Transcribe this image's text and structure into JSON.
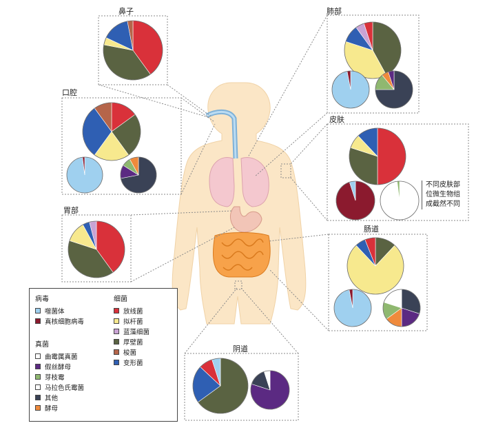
{
  "labels": {
    "nose": "鼻子",
    "lung": "肺部",
    "mouth": "口腔",
    "skin": "皮肤",
    "stomach": "胃部",
    "gut": "肠道",
    "vagina": "阴道"
  },
  "skin_note": [
    "不同皮肤部",
    "位微生物组",
    "成截然不同"
  ],
  "legend": {
    "virus": {
      "title": "病毒",
      "items": [
        {
          "label": "噬菌体",
          "color": "#9fd0ef"
        },
        {
          "label": "真核细胞病毒",
          "color": "#8b1a2e"
        }
      ]
    },
    "bacteria": {
      "title": "细菌",
      "items": [
        {
          "label": "放线菌",
          "color": "#d9313a"
        },
        {
          "label": "拟杆菌",
          "color": "#f7e98e"
        },
        {
          "label": "蓝藻细菌",
          "color": "#c9a3d4"
        },
        {
          "label": "厚壁菌",
          "color": "#5a6342"
        },
        {
          "label": "梭菌",
          "color": "#b5654a"
        },
        {
          "label": "变形菌",
          "color": "#2f5fb3"
        }
      ]
    },
    "fungi": {
      "title": "真菌",
      "items": [
        {
          "label": "曲霉属真菌",
          "color": "#ffffff"
        },
        {
          "label": "假丝酵母",
          "color": "#5b2a82"
        },
        {
          "label": "芽枝霉",
          "color": "#8fb870"
        },
        {
          "label": "马拉色氏霉菌",
          "color": "#ffffff"
        },
        {
          "label": "其他",
          "color": "#3a4256"
        },
        {
          "label": "酵母",
          "color": "#ef8a3c"
        }
      ]
    }
  },
  "pie_data": [
    {
      "site": "鼻子",
      "kind": "bacteria",
      "slices": [
        {
          "name": "放线菌",
          "value": 0.4,
          "color": "#d9313a"
        },
        {
          "name": "厚壁菌",
          "value": 0.38,
          "color": "#5a6342"
        },
        {
          "name": "拟杆菌",
          "value": 0.04,
          "color": "#f7e98e"
        },
        {
          "name": "变形菌",
          "value": 0.15,
          "color": "#2f5fb3"
        },
        {
          "name": "梭菌",
          "value": 0.03,
          "color": "#b5654a"
        }
      ]
    },
    {
      "site": "肺部",
      "kind": "bacteria",
      "slices": [
        {
          "name": "厚壁菌",
          "value": 0.42,
          "color": "#5a6342"
        },
        {
          "name": "拟杆菌",
          "value": 0.38,
          "color": "#f7e98e"
        },
        {
          "name": "变形菌",
          "value": 0.1,
          "color": "#2f5fb3"
        },
        {
          "name": "蓝藻细菌",
          "value": 0.05,
          "color": "#c9a3d4"
        },
        {
          "name": "放线菌",
          "value": 0.05,
          "color": "#d9313a"
        }
      ]
    },
    {
      "site": "肺部",
      "kind": "virus",
      "slices": [
        {
          "name": "噬菌体",
          "value": 0.97,
          "color": "#9fd0ef"
        },
        {
          "name": "真核细胞病毒",
          "value": 0.03,
          "color": "#8b1a2e"
        }
      ]
    },
    {
      "site": "肺部",
      "kind": "fungi",
      "slices": [
        {
          "name": "其他",
          "value": 0.75,
          "color": "#3a4256"
        },
        {
          "name": "芽枝霉",
          "value": 0.14,
          "color": "#8fb870"
        },
        {
          "name": "酵母",
          "value": 0.06,
          "color": "#ef8a3c"
        },
        {
          "name": "假丝酵母",
          "value": 0.05,
          "color": "#5b2a82"
        }
      ]
    },
    {
      "site": "口腔",
      "kind": "bacteria",
      "slices": [
        {
          "name": "放线菌",
          "value": 0.15,
          "color": "#d9313a"
        },
        {
          "name": "厚壁菌",
          "value": 0.25,
          "color": "#5a6342"
        },
        {
          "name": "拟杆菌",
          "value": 0.2,
          "color": "#f7e98e"
        },
        {
          "name": "变形菌",
          "value": 0.3,
          "color": "#2f5fb3"
        },
        {
          "name": "梭菌",
          "value": 0.1,
          "color": "#b5654a"
        }
      ]
    },
    {
      "site": "口腔",
      "kind": "virus",
      "slices": [
        {
          "name": "噬菌体",
          "value": 0.98,
          "color": "#9fd0ef"
        },
        {
          "name": "真核细胞病毒",
          "value": 0.02,
          "color": "#8b1a2e"
        }
      ]
    },
    {
      "site": "口腔",
      "kind": "fungi",
      "slices": [
        {
          "name": "其他",
          "value": 0.72,
          "color": "#3a4256"
        },
        {
          "name": "假丝酵母",
          "value": 0.12,
          "color": "#5b2a82"
        },
        {
          "name": "芽枝霉",
          "value": 0.08,
          "color": "#8fb870"
        },
        {
          "name": "酵母",
          "value": 0.08,
          "color": "#ef8a3c"
        }
      ]
    },
    {
      "site": "皮肤",
      "kind": "bacteria",
      "slices": [
        {
          "name": "放线菌",
          "value": 0.5,
          "color": "#d9313a"
        },
        {
          "name": "厚壁菌",
          "value": 0.3,
          "color": "#5a6342"
        },
        {
          "name": "拟杆菌",
          "value": 0.08,
          "color": "#f7e98e"
        },
        {
          "name": "变形菌",
          "value": 0.12,
          "color": "#2f5fb3"
        }
      ]
    },
    {
      "site": "皮肤",
      "kind": "virus",
      "slices": [
        {
          "name": "真核细胞病毒",
          "value": 0.95,
          "color": "#8b1a2e"
        },
        {
          "name": "噬菌体",
          "value": 0.05,
          "color": "#9fd0ef"
        }
      ]
    },
    {
      "site": "皮肤",
      "kind": "fungi",
      "slices": [
        {
          "name": "马拉色氏霉菌",
          "value": 0.98,
          "color": "#ffffff"
        },
        {
          "name": "芽枝霉",
          "value": 0.02,
          "color": "#8fb870"
        }
      ]
    },
    {
      "site": "胃部",
      "kind": "bacteria",
      "slices": [
        {
          "name": "放线菌",
          "value": 0.4,
          "color": "#d9313a"
        },
        {
          "name": "厚壁菌",
          "value": 0.4,
          "color": "#5a6342"
        },
        {
          "name": "拟杆菌",
          "value": 0.12,
          "color": "#f7e98e"
        },
        {
          "name": "变形菌",
          "value": 0.04,
          "color": "#2f5fb3"
        },
        {
          "name": "蓝藻细菌",
          "value": 0.04,
          "color": "#c9a3d4"
        }
      ]
    },
    {
      "site": "肠道",
      "kind": "bacteria",
      "slices": [
        {
          "name": "厚壁菌",
          "value": 0.12,
          "color": "#5a6342"
        },
        {
          "name": "拟杆菌",
          "value": 0.76,
          "color": "#f7e98e"
        },
        {
          "name": "变形菌",
          "value": 0.06,
          "color": "#2f5fb3"
        },
        {
          "name": "放线菌",
          "value": 0.06,
          "color": "#d9313a"
        }
      ]
    },
    {
      "site": "肠道",
      "kind": "virus",
      "slices": [
        {
          "name": "噬菌体",
          "value": 0.97,
          "color": "#9fd0ef"
        },
        {
          "name": "真核细胞病毒",
          "value": 0.03,
          "color": "#8b1a2e"
        }
      ]
    },
    {
      "site": "肠道",
      "kind": "fungi",
      "slices": [
        {
          "name": "其他",
          "value": 0.3,
          "color": "#3a4256"
        },
        {
          "name": "假丝酵母",
          "value": 0.2,
          "color": "#5b2a82"
        },
        {
          "name": "酵母",
          "value": 0.15,
          "color": "#ef8a3c"
        },
        {
          "name": "芽枝霉",
          "value": 0.15,
          "color": "#8fb870"
        },
        {
          "name": "马拉色氏霉菌",
          "value": 0.2,
          "color": "#ffffff"
        }
      ]
    },
    {
      "site": "阴道",
      "kind": "bacteria",
      "slices": [
        {
          "name": "厚壁菌",
          "value": 0.65,
          "color": "#5a6342"
        },
        {
          "name": "变形菌",
          "value": 0.22,
          "color": "#2f5fb3"
        },
        {
          "name": "放线菌",
          "value": 0.08,
          "color": "#d9313a"
        },
        {
          "name": "噬菌体",
          "value": 0.05,
          "color": "#9fd0ef"
        }
      ]
    },
    {
      "site": "阴道",
      "kind": "fungi",
      "slices": [
        {
          "name": "假丝酵母",
          "value": 0.8,
          "color": "#5b2a82"
        },
        {
          "name": "其他",
          "value": 0.15,
          "color": "#3a4256"
        },
        {
          "name": "曲霉属真菌",
          "value": 0.05,
          "color": "#ffffff"
        }
      ]
    }
  ]
}
